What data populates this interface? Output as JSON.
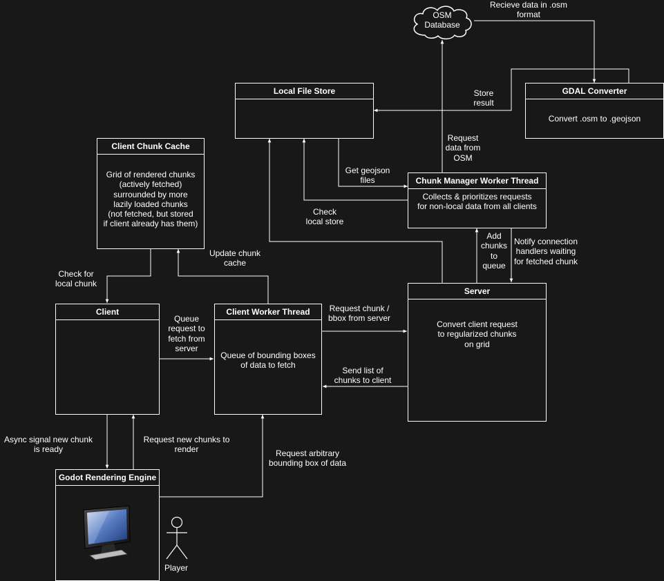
{
  "nodes": {
    "osm_database": "OSM\nDatabase",
    "local_file_store": {
      "title": "Local File Store",
      "body": ""
    },
    "gdal_converter": {
      "title": "GDAL Converter",
      "body": "Convert .osm to .geojson"
    },
    "client_chunk_cache": {
      "title": "Client Chunk Cache",
      "body": "Grid of rendered chunks\n(actively fetched)\nsurrounded by more\nlazily loaded chunks\n(not fetched, but stored\nif client already has them)"
    },
    "chunk_manager": {
      "title": "Chunk Manager Worker Thread",
      "body": "Collects & prioritizes requests\nfor non-local data from all clients"
    },
    "client": {
      "title": "Client",
      "body": ""
    },
    "client_worker": {
      "title": "Client Worker Thread",
      "body": "Queue of bounding boxes\nof data to fetch"
    },
    "server": {
      "title": "Server",
      "body": "Convert client request\nto regularized chunks\non grid"
    },
    "godot": {
      "title": "Godot Rendering Engine",
      "icon": "monitor-icon"
    },
    "player": {
      "label": "Player",
      "icon": "stick-figure-icon"
    }
  },
  "edges": {
    "receive_osm": "Recieve data in .osm\nformat",
    "store_result": "Store\nresult",
    "request_from_osm": "Request\ndata from\nOSM",
    "get_geojson": "Get geojson\nfiles",
    "check_local_store": "Check\nlocal store",
    "add_chunks": "Add\nchunks\nto\nqueue",
    "notify_handlers": "Notify connection\nhandlers waiting\nfor fetched chunk",
    "update_cache": "Update chunk\ncache",
    "check_local_chunk": "Check for\nlocal chunk",
    "queue_request": "Queue\nrequest to\nfetch from\nserver",
    "request_chunk": "Request chunk /\nbbox from server",
    "send_list": "Send list of\nchunks to client",
    "async_signal": "Async signal new chunk\nis ready",
    "request_new_chunks": "Request new chunks to\nrender",
    "request_bbox": "Request arbitrary\nbounding box of data"
  }
}
